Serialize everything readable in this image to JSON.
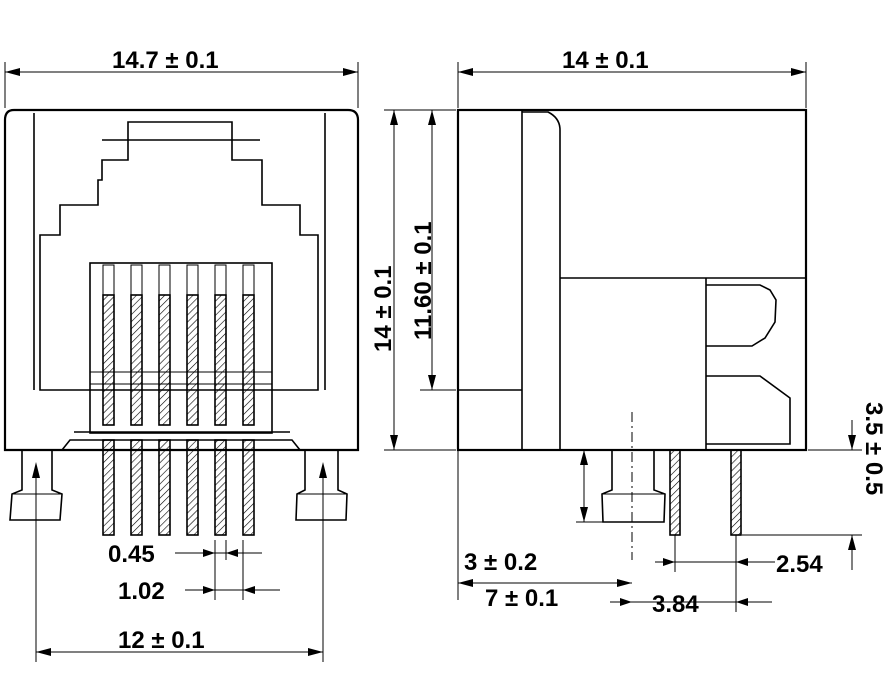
{
  "front_view": {
    "width_dim": "14.7  ±  0.1",
    "pin_width_dim": "0.45",
    "pin_pitch_dim": "1.02",
    "post_spacing_dim": "12  ±  0.1"
  },
  "side_view": {
    "width_dim": "14  ±  0.1",
    "height_dim": "14  ±  0.1",
    "inner_height_dim": "11.60  ±  0.1",
    "pin_protrusion_dim": "3.5  ±  0.5",
    "post_length_dim": "3  ±  0.2",
    "post_offset_dim": "7  ±  0.1",
    "pin_spacing_dim": "2.54",
    "pin_offset_dim": "3.84"
  },
  "colors": {
    "line": "#000000",
    "background": "#ffffff"
  }
}
